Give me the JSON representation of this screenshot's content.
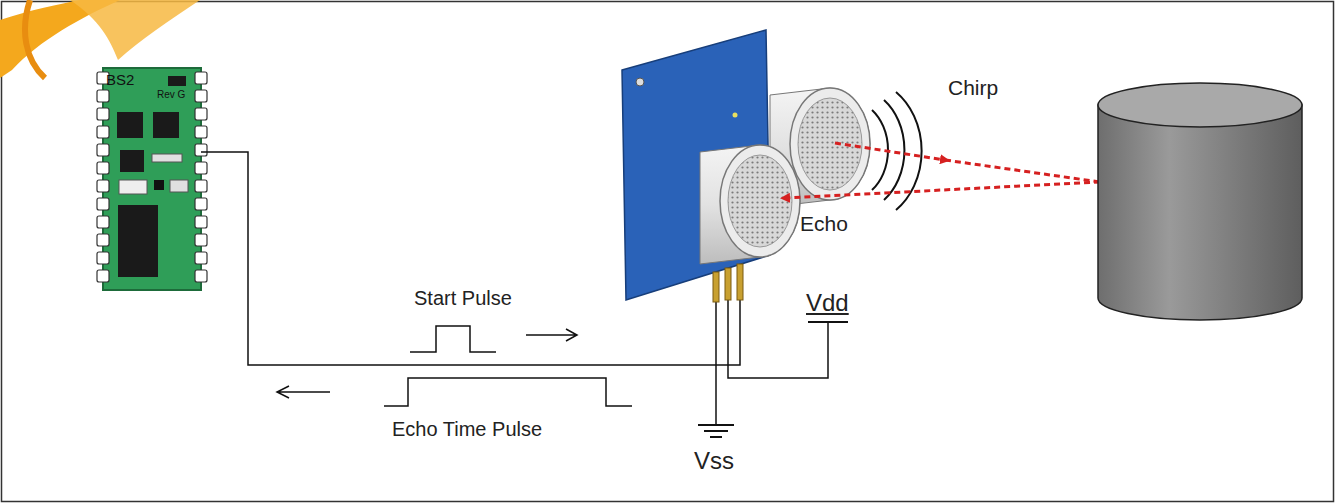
{
  "diagram": {
    "nodes": [
      {
        "text": [
          "BS2",
          "Rev G"
        ]
      }
    ],
    "labels": [
      "Chirp",
      "Echo",
      "Start Pulse",
      "Echo Time Pulse",
      "Vdd",
      "Vss"
    ]
  }
}
